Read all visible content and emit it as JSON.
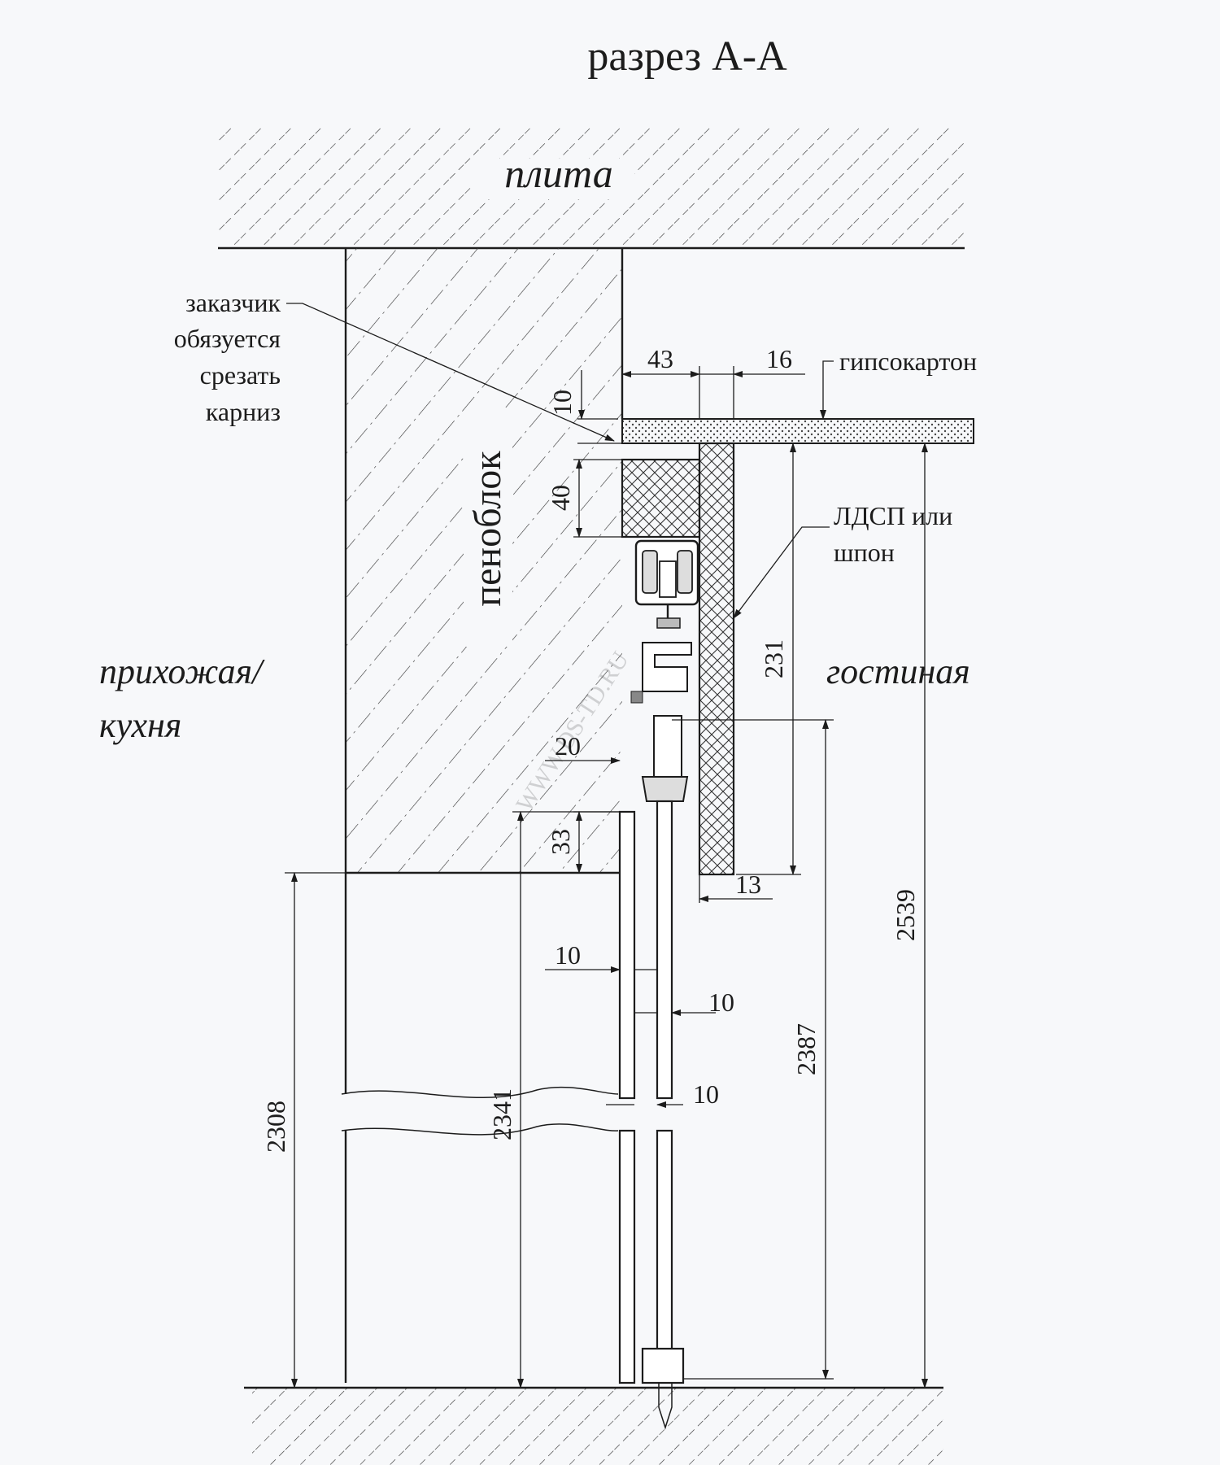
{
  "title": "разрез А-А",
  "labels": {
    "slab": "плита",
    "foam_block": "пеноблок",
    "hallway_line1": "прихожая/",
    "hallway_line2": "кухня",
    "living_room": "гостиная",
    "drywall": "гипсокартон",
    "ldsp_line1": "ЛДСП или",
    "ldsp_line2": "шпон",
    "note_line1": "заказчик",
    "note_line2": "обязуется",
    "note_line3": "срезать",
    "note_line4": "карниз",
    "watermark": "WWW.DS-TD.RU"
  },
  "dimensions": {
    "d43": "43",
    "d16": "16",
    "d10_top": "10",
    "d40": "40",
    "d231": "231",
    "d2539": "2539",
    "d20": "20",
    "d33": "33",
    "d13": "13",
    "d10_left": "10",
    "d10_right": "10",
    "d10_gap": "10",
    "d2387": "2387",
    "d2341": "2341",
    "d2308": "2308"
  },
  "colors": {
    "paper": "#f7f8fa",
    "ink": "#1c1c1c"
  }
}
